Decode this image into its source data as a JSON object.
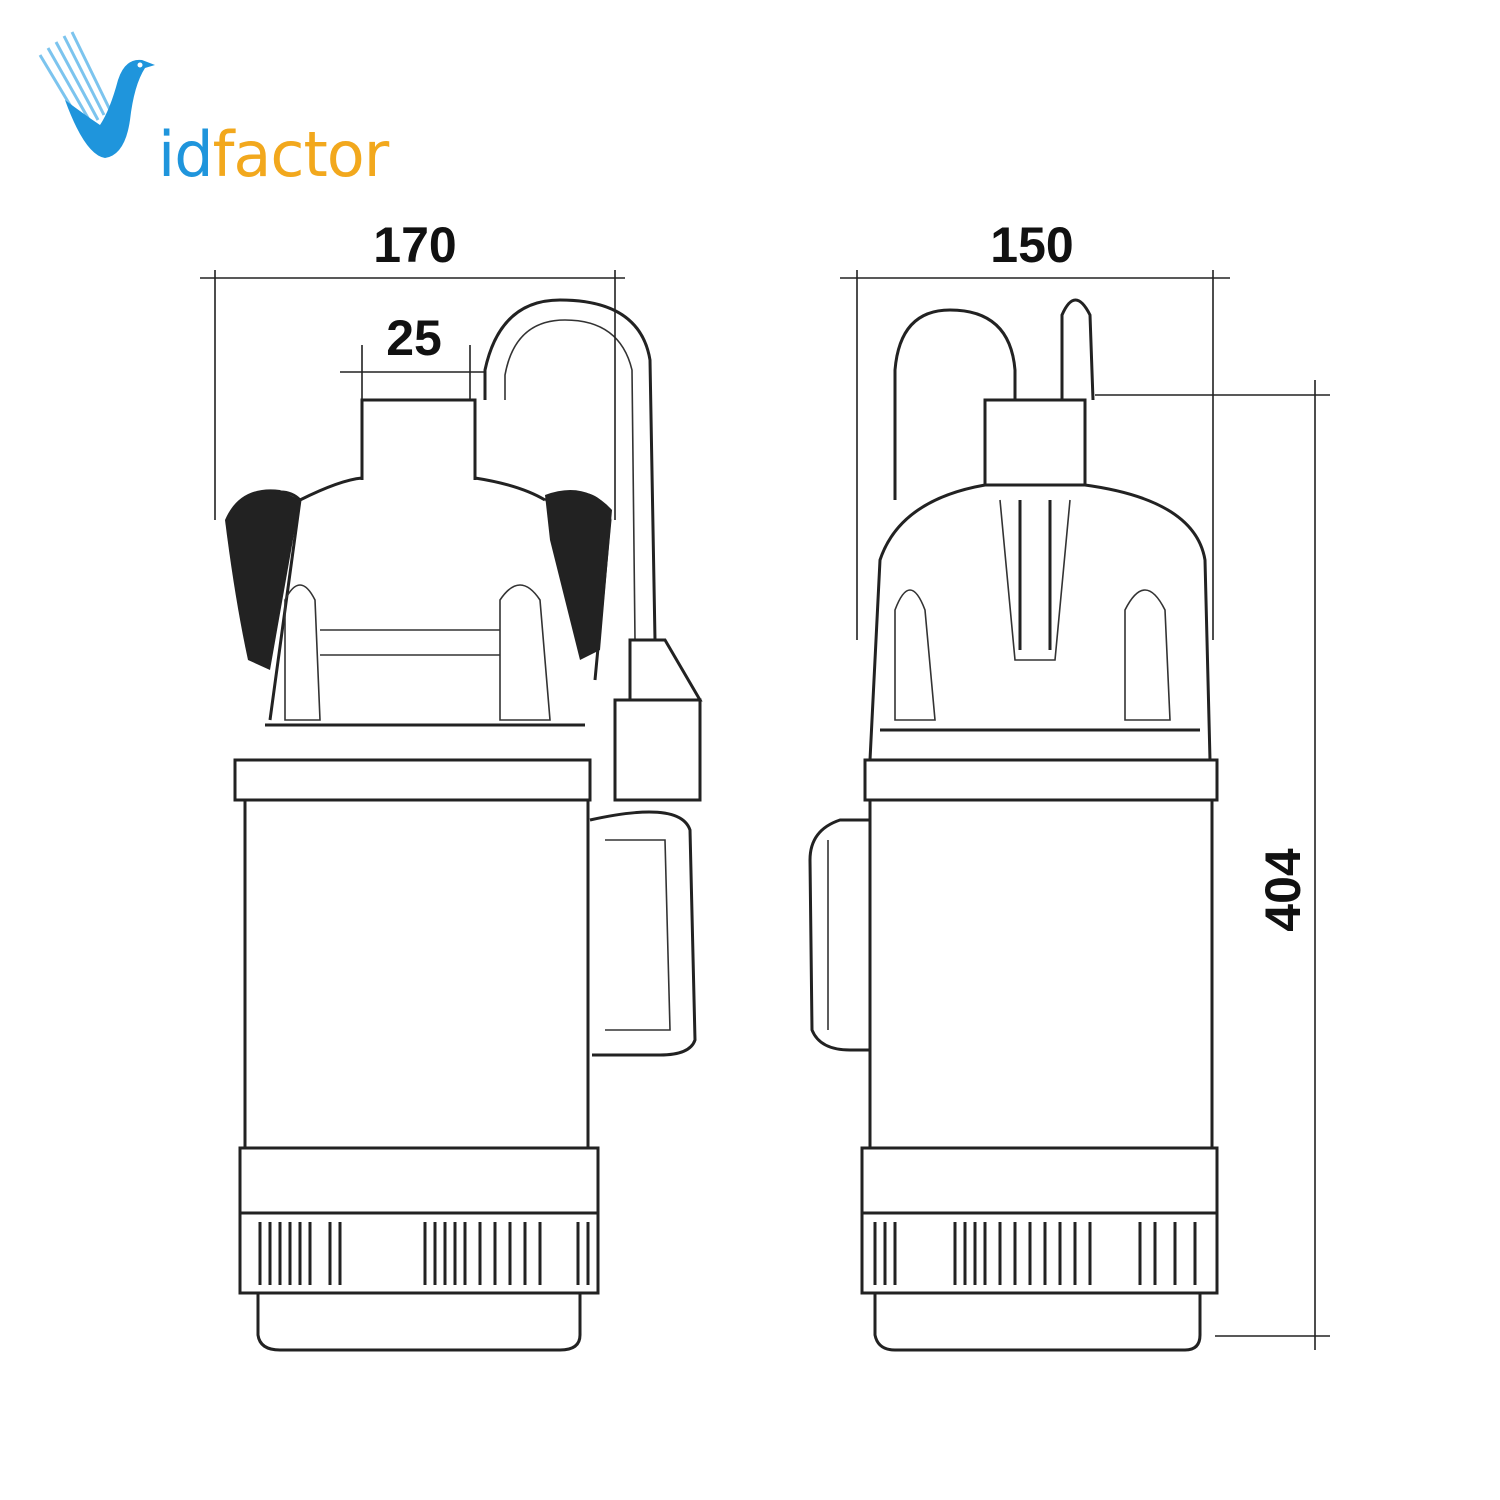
{
  "logo": {
    "text_prefix": "id",
    "text_suffix": "factor",
    "full": "Vidfactor"
  },
  "dimensions": {
    "left_width": "170",
    "outlet_width": "25",
    "right_width": "150",
    "height": "404"
  },
  "colors": {
    "logo_blue": "#1f95dc",
    "logo_orange": "#f2a81d",
    "line": "#222222"
  }
}
